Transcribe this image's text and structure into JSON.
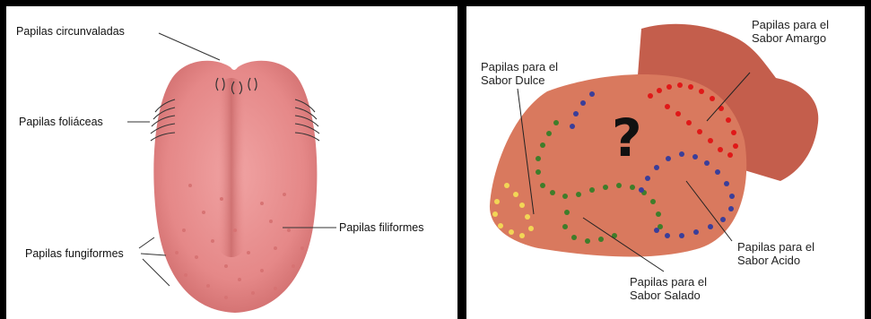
{
  "left_diagram": {
    "labels": {
      "circunvaladas": "Papilas circunvaladas",
      "foliaceas": "Papilas foliáceas",
      "fungiformes": "Papilas fungiformes",
      "filiformes": "Papilas filiformes"
    },
    "colors": {
      "tongue": "#e98d8d",
      "tongue_dark": "#c86a6a",
      "papillae": "#d77a7a"
    }
  },
  "right_diagram": {
    "labels": {
      "amargo": [
        "Papilas para el",
        "Sabor Amargo"
      ],
      "dulce": [
        "Papilas para el",
        "Sabor Dulce"
      ],
      "acido": [
        "Papilas para el",
        "Sabor Acido"
      ],
      "salado": [
        "Papilas para el",
        "Sabor Salado"
      ]
    },
    "question_mark": "?",
    "colors": {
      "tongue": "#d9795e",
      "back": "#c45e4c",
      "amargo": "#e01818",
      "dulce": "#f2d656",
      "salado": "#3f7d2a",
      "acido": "#3a3e9a"
    }
  }
}
